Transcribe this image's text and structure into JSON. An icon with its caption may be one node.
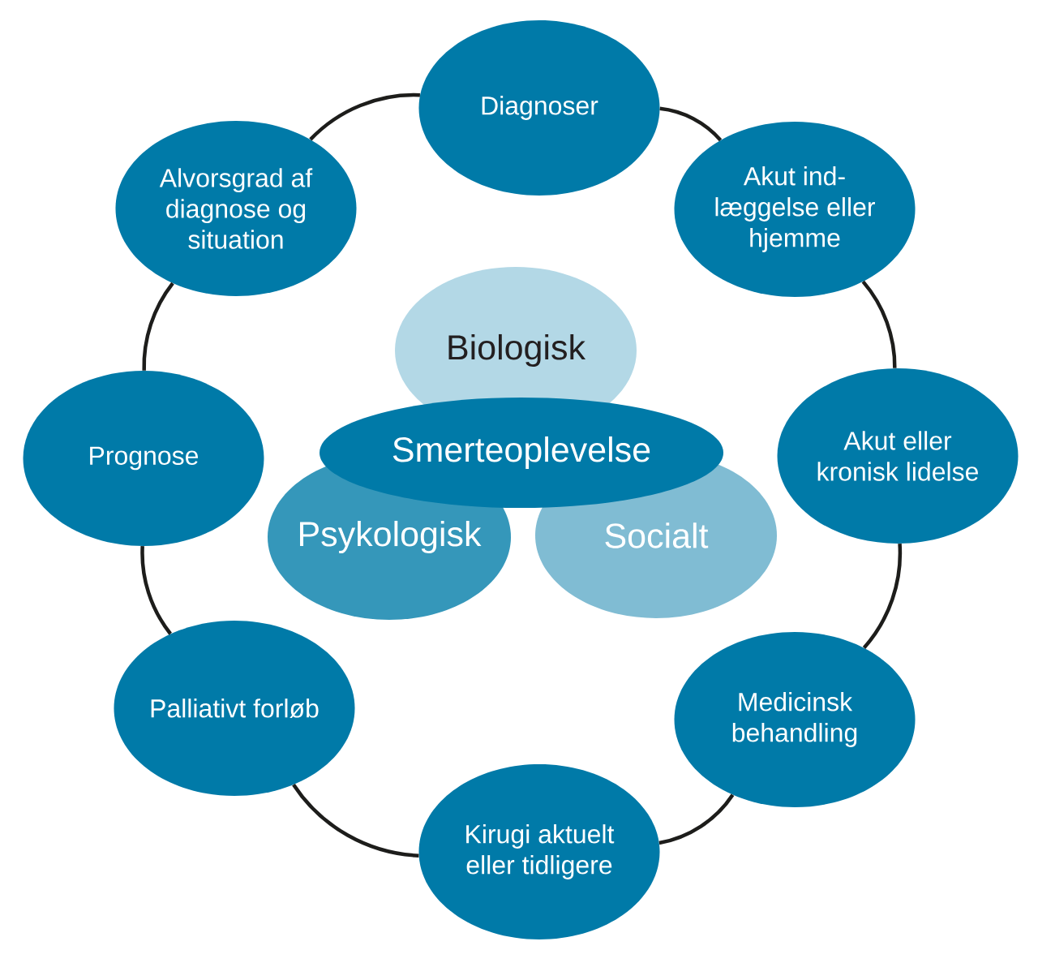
{
  "diagram": {
    "nodes": [
      {
        "text": [
          "Diagnoser"
        ]
      },
      {
        "text": [
          "Akut ind- læggelse eller hjemme"
        ]
      },
      {
        "text": [
          "Akut eller kronisk lidelse"
        ]
      },
      {
        "text": [
          "Medicinsk behandling"
        ]
      },
      {
        "text": [
          "Kirugi aktuelt eller tidligere"
        ]
      },
      {
        "text": [
          "Palliativt forløb"
        ]
      },
      {
        "text": [
          "Prognose"
        ]
      },
      {
        "text": [
          "Alvorsgrad af diagnose og situation"
        ]
      },
      {
        "text": [
          "Biologisk"
        ]
      },
      {
        "text": [
          "Smerteoplevelse"
        ]
      },
      {
        "text": [
          "Psykologisk"
        ]
      },
      {
        "text": [
          "Socialt"
        ]
      }
    ],
    "edges": [
      {
        "from": 0,
        "to": 1,
        "arrow": "none"
      },
      {
        "from": 1,
        "to": 2,
        "arrow": "none"
      },
      {
        "from": 2,
        "to": 3,
        "arrow": "none"
      },
      {
        "from": 3,
        "to": 4,
        "arrow": "none"
      },
      {
        "from": 4,
        "to": 5,
        "arrow": "none"
      },
      {
        "from": 5,
        "to": 6,
        "arrow": "none"
      },
      {
        "from": 6,
        "to": 7,
        "arrow": "none"
      },
      {
        "from": 7,
        "to": 0,
        "arrow": "none"
      }
    ]
  }
}
